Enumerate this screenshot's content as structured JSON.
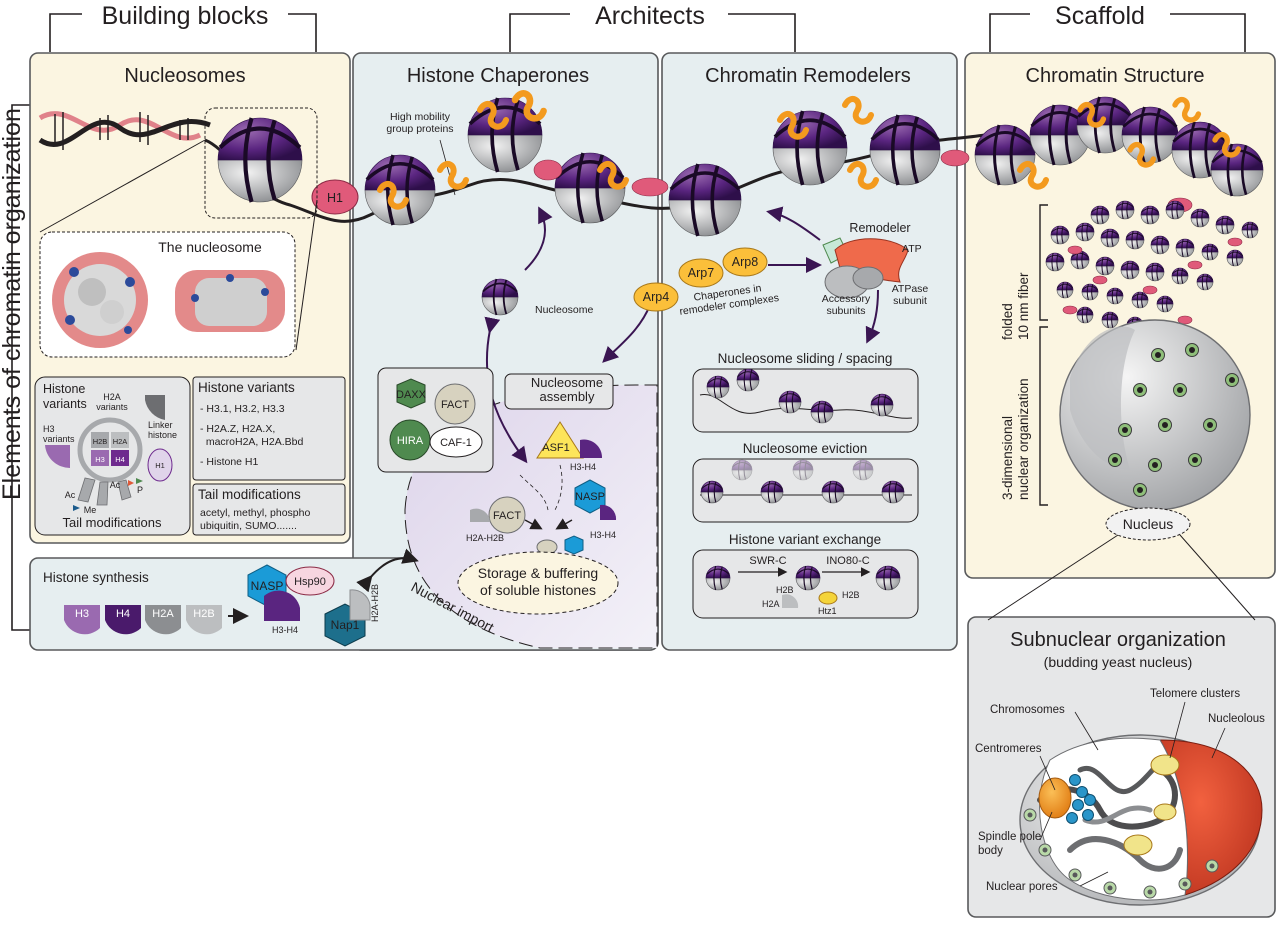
{
  "headers": {
    "building_blocks": "Building blocks",
    "architects": "Architects",
    "scaffold": "Scaffold",
    "side_title": "Elements of chromatin organization"
  },
  "panels": {
    "nucleosomes": "Nucleosomes",
    "histone_chaperones": "Histone Chaperones",
    "chromatin_remodelers": "Chromatin Remodelers",
    "chromatin_structure": "Chromatin Structure",
    "subnuclear_title": "Subnuclear organization",
    "subnuclear_subtitle": "(budding yeast nucleus)"
  },
  "nucleosomes_panel": {
    "h1": "H1",
    "the_nucleosome": "The nucleosome",
    "variants_title": "Histone\nvariants",
    "h2a_variants": "H2A\nvariants",
    "h3_variants": "H3\nvariants",
    "linker_histone": "Linker\nhistone",
    "core": [
      "H2B",
      "H2A",
      "H3",
      "H4"
    ],
    "h1_small": "H1",
    "mods": [
      "Ac",
      "Me",
      "Ac",
      "P"
    ],
    "tail_mods_label": "Tail modifications",
    "histone_variants_heading": "Histone variants",
    "variant_lines": [
      "- H3.1, H3.2, H3.3",
      "- H2A.Z, H2A.X,",
      "  macroH2A, H2A.Bbd",
      "- Histone H1"
    ],
    "tail_mods_heading": "Tail modifications",
    "tail_mod_lines": [
      "acetyl, methyl, phospho",
      "ubiquitin, SUMO......."
    ]
  },
  "chaperones_panel": {
    "hmg": "High mobility\ngroup proteins",
    "nucleosome": "Nucleosome",
    "arp4": "Arp4",
    "arp7": "Arp7",
    "arp8": "Arp8",
    "chaperones_in_remodeler": "Chaperones in\nremodeler complexes",
    "daxx": "DAXX",
    "fact": "FACT",
    "hira": "HIRA",
    "caf1": "CAF-1",
    "nucleosome_assembly": "Nucleosome\nassembly",
    "asf1": "ASF1",
    "h3h4_a": "H3-H4",
    "fact2": "FACT",
    "h2a_h2b": "H2A-H2B",
    "nasp": "NASP",
    "h3h4_b": "H3-H4",
    "storage": "Storage & buffering\nof soluble histones",
    "nuclear_import": "Nuclear import"
  },
  "synthesis_panel": {
    "title": "Histone synthesis",
    "histones": [
      "H3",
      "H4",
      "H2A",
      "H2B"
    ],
    "nasp": "NASP",
    "hsp90": "Hsp90",
    "h3h4": "H3-H4",
    "nap1": "Nap1",
    "h2a_h2b": "H2A-H2B"
  },
  "remodelers_panel": {
    "remodeler": "Remodeler",
    "atp": "ATP",
    "accessory": "Accessory\nsubunits",
    "atpase": "ATPase\nsubunit",
    "sliding": "Nucleosome sliding / spacing",
    "eviction": "Nucleosome eviction",
    "variant_exchange": "Histone variant exchange",
    "swrc": "SWR-C",
    "ino80c": "INO80-C",
    "h2b_l": "H2B",
    "h2a_l": "H2A",
    "h2b_r": "H2B",
    "htz1": "Htz1"
  },
  "structure_panel": {
    "folded": "folded\n10 nm  fiber",
    "three_d": "3-dimensional\nnuclear organization",
    "nucleus": "Nucleus"
  },
  "subnuclear_panel": {
    "chromosomes": "Chromosomes",
    "telomere_clusters": "Telomere clusters",
    "centromeres": "Centromeres",
    "nucleolous": "Nucleolous",
    "spindle_pole_body": "Spindle pole\nbody",
    "nuclear_pores": "Nuclear pores"
  },
  "colors": {
    "purple_dark": "#4a1a6b",
    "purple": "#6e2a8e",
    "purple_light": "#9a6ab0",
    "grey_half": "#a7a9ac",
    "h1_pink": "#e05a7a",
    "hmg_orange": "#f39a1e",
    "arp_yellow": "#fbbf3a",
    "panel_yellow": "#fbf5e1",
    "panel_blue": "#e6eef0",
    "green": "#4f8a4f",
    "nasp_blue": "#1b9bd7",
    "nap1_teal": "#1d6f8c"
  }
}
